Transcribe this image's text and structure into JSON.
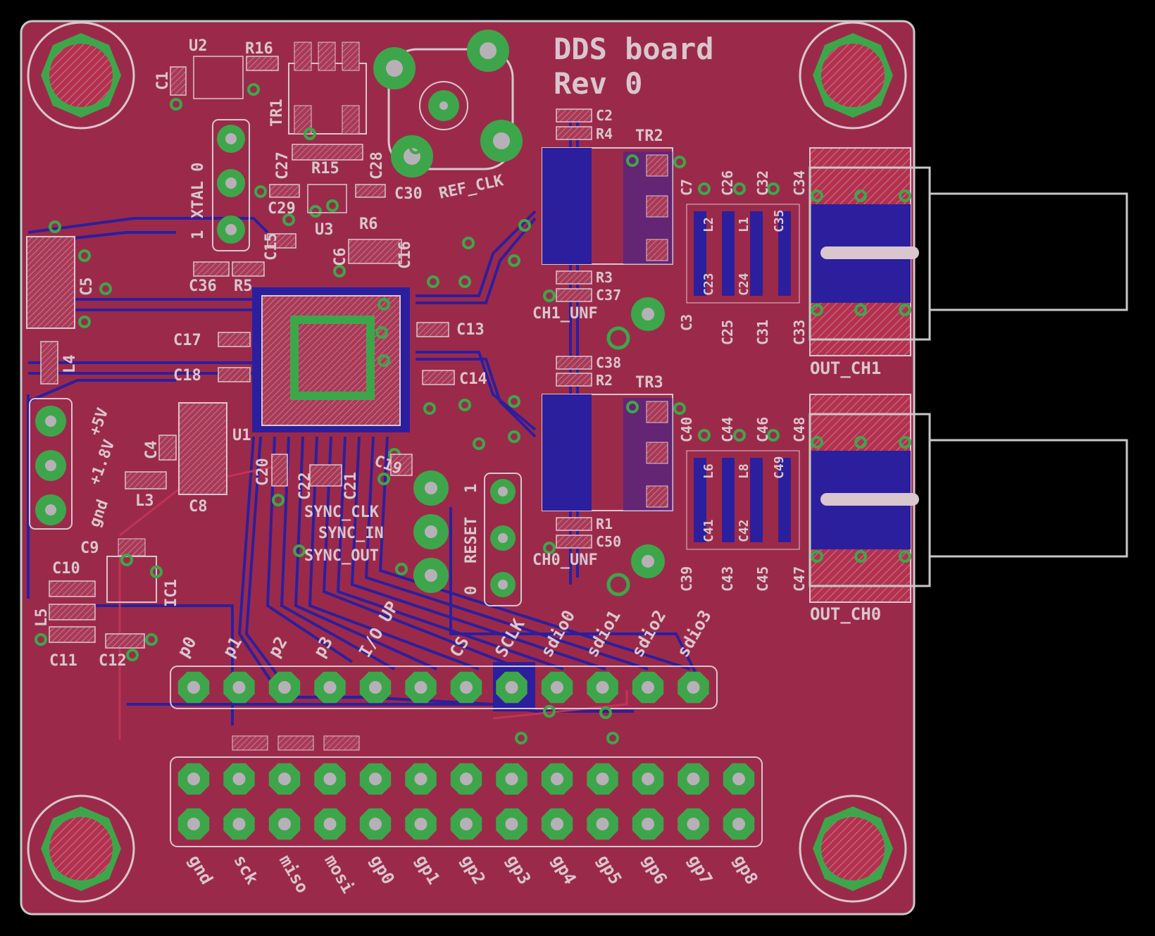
{
  "board": {
    "title_line1": "DDS board",
    "title_line2": "Rev 0"
  },
  "colors": {
    "background": "#000000",
    "board_fill": "#9b2a4a",
    "top_copper": "#b3314f",
    "bottom_copper": "#2b1f9e",
    "silkscreen": "#d9c6cf",
    "via": "#3ea64a",
    "drill": "#b8b0b8",
    "outline": "#c8c8c8"
  },
  "labels": {
    "u2": "U2",
    "r16": "R16",
    "c1": "C1",
    "tr1": "TR1",
    "xtal": "XTAL 0",
    "xtal_pin1": "1",
    "c27": "C27",
    "r15": "R15",
    "c28": "C28",
    "c29": "C29",
    "c30": "C30",
    "ref_clk": "REF_CLK",
    "u3": "U3",
    "r6": "R6",
    "c6": "C6",
    "c16": "C16",
    "c15": "C15",
    "c5": "C5",
    "c36": "C36",
    "r5": "R5",
    "c17": "C17",
    "c18": "C18",
    "l4": "L4",
    "c13": "C13",
    "c14": "C14",
    "plus5v": "+5V",
    "plus1v8": "+1.8V",
    "gnd": "gnd",
    "c4": "C4",
    "l3": "L3",
    "c8": "C8",
    "u1": "U1",
    "c20": "C20",
    "c22": "C22",
    "c21": "C21",
    "c19": "C19",
    "sync_clk": "SYNC_CLK",
    "sync_in": "SYNC_IN",
    "sync_out": "SYNC_OUT",
    "reset": "RESET",
    "reset_1": "1",
    "reset_0": "0",
    "c9": "C9",
    "ic1": "IC1",
    "c10": "C10",
    "l5": "L5",
    "c11": "C11",
    "c12": "C12",
    "c2": "C2",
    "r4": "R4",
    "tr2": "TR2",
    "r3": "R3",
    "c37": "C37",
    "ch1_unf": "CH1_UNF",
    "c38": "C38",
    "r2": "R2",
    "tr3": "TR3",
    "r1": "R1",
    "c50": "C50",
    "ch0_unf": "CH0_UNF",
    "c7": "C7",
    "c26": "C26",
    "c32": "C32",
    "c34": "C34",
    "c3": "C3",
    "c25": "C25",
    "c31": "C31",
    "c33": "C33",
    "l2": "L2",
    "l1": "L1",
    "c35": "C35",
    "c23": "C23",
    "c24": "C24",
    "c40": "C40",
    "c44": "C44",
    "c46": "C46",
    "c48": "C48",
    "c39": "C39",
    "c43": "C43",
    "c45": "C45",
    "c47": "C47",
    "l6": "L6",
    "l8": "L8",
    "c41": "C41",
    "c42": "C42",
    "c49": "C49",
    "out_ch1": "OUT_CH1",
    "out_ch0": "OUT_CH0"
  },
  "header_top_labels": [
    "p0",
    "p1",
    "p2",
    "p3",
    "I/O UP",
    "",
    "CS",
    "SCLK",
    "sdio0",
    "sdio1",
    "sdio2",
    "sdio3"
  ],
  "header_bottom_labels": [
    "gnd",
    "sck",
    "miso",
    "mosi",
    "gp0",
    "gp1",
    "gp2",
    "gp3",
    "gp4",
    "gp5",
    "gp6",
    "gp7",
    "gp8"
  ]
}
